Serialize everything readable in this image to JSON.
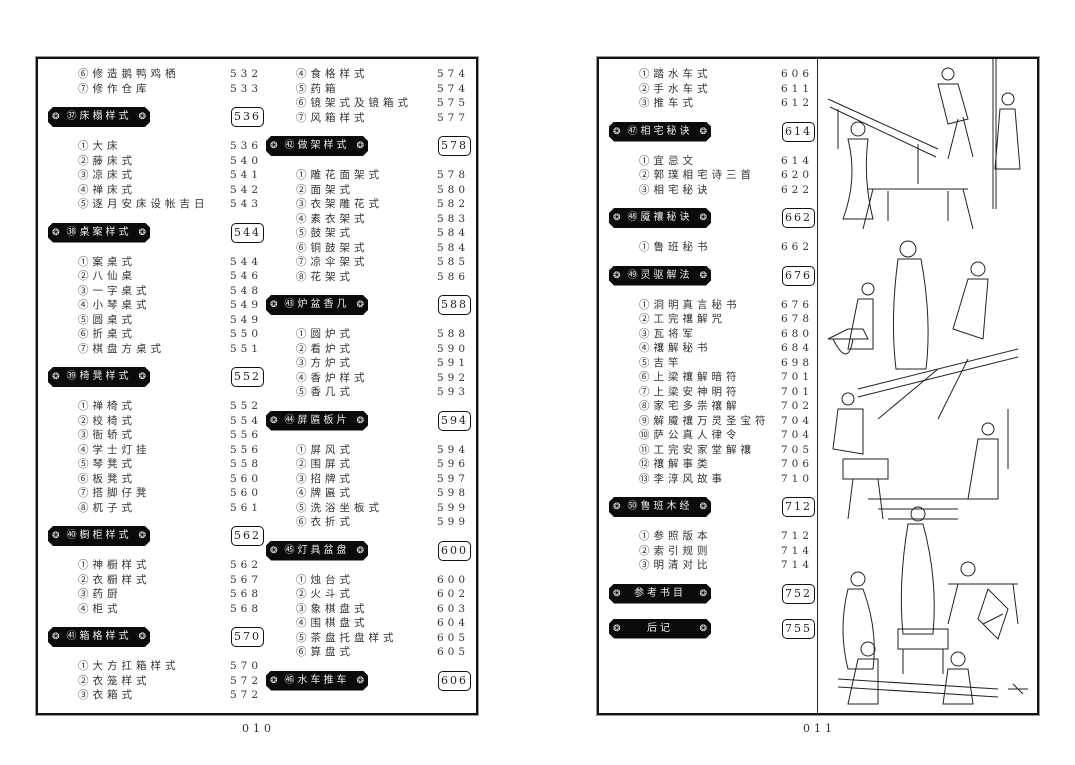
{
  "left_page": {
    "folio": "010",
    "columns": [
      [
        {
          "type": "item",
          "label": "⑥修造鹅鸭鸡栖",
          "page": "532"
        },
        {
          "type": "item",
          "label": "⑦修作仓库",
          "page": "533"
        },
        {
          "type": "header",
          "label": "㊲床榻样式",
          "page": "536"
        },
        {
          "type": "item",
          "label": "①大床",
          "page": "536"
        },
        {
          "type": "item",
          "label": "②藤床式",
          "page": "540"
        },
        {
          "type": "item",
          "label": "③凉床式",
          "page": "541"
        },
        {
          "type": "item",
          "label": "④禅床式",
          "page": "542"
        },
        {
          "type": "item",
          "label": "⑤逐月安床设帐吉日",
          "page": "543"
        },
        {
          "type": "header",
          "label": "㊳桌案样式",
          "page": "544"
        },
        {
          "type": "item",
          "label": "①案桌式",
          "page": "544"
        },
        {
          "type": "item",
          "label": "②八仙桌",
          "page": "546"
        },
        {
          "type": "item",
          "label": "③一字桌式",
          "page": "548"
        },
        {
          "type": "item",
          "label": "④小琴桌式",
          "page": "549"
        },
        {
          "type": "item",
          "label": "⑤圆桌式",
          "page": "549"
        },
        {
          "type": "item",
          "label": "⑥折桌式",
          "page": "550"
        },
        {
          "type": "item",
          "label": "⑦棋盘方桌式",
          "page": "551"
        },
        {
          "type": "header",
          "label": "㊴椅凳样式",
          "page": "552"
        },
        {
          "type": "item",
          "label": "①禅椅式",
          "page": "552"
        },
        {
          "type": "item",
          "label": "②校椅式",
          "page": "554"
        },
        {
          "type": "item",
          "label": "③衙轿式",
          "page": "556"
        },
        {
          "type": "item",
          "label": "④学士灯挂",
          "page": "556"
        },
        {
          "type": "item",
          "label": "⑤琴凳式",
          "page": "558"
        },
        {
          "type": "item",
          "label": "⑥板凳式",
          "page": "560"
        },
        {
          "type": "item",
          "label": "⑦搭脚仔凳",
          "page": "560"
        },
        {
          "type": "item",
          "label": "⑧杌子式",
          "page": "561"
        },
        {
          "type": "header",
          "label": "㊵橱柜样式",
          "page": "562"
        },
        {
          "type": "item",
          "label": "①神橱样式",
          "page": "562"
        },
        {
          "type": "item",
          "label": "②衣橱样式",
          "page": "567"
        },
        {
          "type": "item",
          "label": "③药厨",
          "page": "568"
        },
        {
          "type": "item",
          "label": "④柜式",
          "page": "568"
        },
        {
          "type": "header",
          "label": "㊶箱格样式",
          "page": "570"
        },
        {
          "type": "item",
          "label": "①大方扛箱样式",
          "page": "570"
        },
        {
          "type": "item",
          "label": "②衣笼样式",
          "page": "572"
        },
        {
          "type": "item",
          "label": "③衣箱式",
          "page": "572"
        }
      ],
      [
        {
          "type": "item",
          "label": "④食格样式",
          "page": "574"
        },
        {
          "type": "item",
          "label": "⑤药箱",
          "page": "574"
        },
        {
          "type": "item",
          "label": "⑥镜架式及镜箱式",
          "page": "575"
        },
        {
          "type": "item",
          "label": "⑦风箱样式",
          "page": "577"
        },
        {
          "type": "header",
          "label": "㊷做架样式",
          "page": "578"
        },
        {
          "type": "item",
          "label": "①雕花面架式",
          "page": "578"
        },
        {
          "type": "item",
          "label": "②面架式",
          "page": "580"
        },
        {
          "type": "item",
          "label": "③衣架雕花式",
          "page": "582"
        },
        {
          "type": "item",
          "label": "④素衣架式",
          "page": "583"
        },
        {
          "type": "item",
          "label": "⑤鼓架式",
          "page": "584"
        },
        {
          "type": "item",
          "label": "⑥铜鼓架式",
          "page": "584"
        },
        {
          "type": "item",
          "label": "⑦凉伞架式",
          "page": "585"
        },
        {
          "type": "item",
          "label": "⑧花架式",
          "page": "586"
        },
        {
          "type": "header",
          "label": "㊸炉盆香几",
          "page": "588"
        },
        {
          "type": "item",
          "label": "①圆炉式",
          "page": "588"
        },
        {
          "type": "item",
          "label": "②看炉式",
          "page": "590"
        },
        {
          "type": "item",
          "label": "③方炉式",
          "page": "591"
        },
        {
          "type": "item",
          "label": "④香炉样式",
          "page": "592"
        },
        {
          "type": "item",
          "label": "⑤香几式",
          "page": "593"
        },
        {
          "type": "header",
          "label": "㊹屏匾板片",
          "page": "594"
        },
        {
          "type": "item",
          "label": "①屏风式",
          "page": "594"
        },
        {
          "type": "item",
          "label": "②围屏式",
          "page": "596"
        },
        {
          "type": "item",
          "label": "③招牌式",
          "page": "597"
        },
        {
          "type": "item",
          "label": "④牌匾式",
          "page": "598"
        },
        {
          "type": "item",
          "label": "⑤洗浴坐板式",
          "page": "599"
        },
        {
          "type": "item",
          "label": "⑥衣折式",
          "page": "599"
        },
        {
          "type": "header",
          "label": "㊺灯具盆盘",
          "page": "600"
        },
        {
          "type": "item",
          "label": "①烛台式",
          "page": "600"
        },
        {
          "type": "item",
          "label": "②火斗式",
          "page": "602"
        },
        {
          "type": "item",
          "label": "③象棋盘式",
          "page": "603"
        },
        {
          "type": "item",
          "label": "④围棋盘式",
          "page": "604"
        },
        {
          "type": "item",
          "label": "⑤茶盘托盘样式",
          "page": "605"
        },
        {
          "type": "item",
          "label": "⑥算盘式",
          "page": "605"
        },
        {
          "type": "header",
          "label": "㊻水车推车",
          "page": "606"
        }
      ]
    ]
  },
  "right_page": {
    "folio": "011",
    "columns": [
      [
        {
          "type": "item",
          "label": "①踏水车式",
          "page": "606"
        },
        {
          "type": "item",
          "label": "②手水车式",
          "page": "611"
        },
        {
          "type": "item",
          "label": "③推车式",
          "page": "612"
        },
        {
          "type": "header",
          "label": "㊼相宅秘诀",
          "page": "614"
        },
        {
          "type": "item",
          "label": "①宜忌文",
          "page": "614"
        },
        {
          "type": "item",
          "label": "②郭璞相宅诗三首",
          "page": "620"
        },
        {
          "type": "item",
          "label": "③相宅秘诀",
          "page": "622"
        },
        {
          "type": "header",
          "label": "㊽魇禳秘诀",
          "page": "662"
        },
        {
          "type": "item",
          "label": "①鲁班秘书",
          "page": "662"
        },
        {
          "type": "header",
          "label": "㊾灵驱解法",
          "page": "676"
        },
        {
          "type": "item",
          "label": "①洞明真言秘书",
          "page": "676"
        },
        {
          "type": "item",
          "label": "②工完禳解咒",
          "page": "678"
        },
        {
          "type": "item",
          "label": "③瓦将军",
          "page": "680"
        },
        {
          "type": "item",
          "label": "④禳解秘书",
          "page": "684"
        },
        {
          "type": "item",
          "label": "⑤吉竿",
          "page": "698"
        },
        {
          "type": "item",
          "label": "⑥上梁禳解暗符",
          "page": "701"
        },
        {
          "type": "item",
          "label": "⑦上梁安神明符",
          "page": "701"
        },
        {
          "type": "item",
          "label": "⑧家宅多祟禳解",
          "page": "702"
        },
        {
          "type": "item",
          "label": "⑨解魇禳万灵圣宝符",
          "page": "704"
        },
        {
          "type": "item",
          "label": "⑩萨公真人律令",
          "page": "704"
        },
        {
          "type": "item",
          "label": "⑪工完安家堂解禳",
          "page": "705"
        },
        {
          "type": "item",
          "label": "⑫禳解事类",
          "page": "706"
        },
        {
          "type": "item",
          "label": "⑬李淳风故事",
          "page": "710"
        },
        {
          "type": "header",
          "label": "㊿鲁班木经",
          "page": "712"
        },
        {
          "type": "item",
          "label": "①参照版本",
          "page": "712"
        },
        {
          "type": "item",
          "label": "②索引规则",
          "page": "714"
        },
        {
          "type": "item",
          "label": "③明清对比",
          "page": "714"
        },
        {
          "type": "header",
          "label": "参考书目",
          "page": "752"
        },
        {
          "type": "header",
          "label": "后记",
          "page": "755",
          "tight": true
        }
      ]
    ]
  },
  "ornament": "❂"
}
